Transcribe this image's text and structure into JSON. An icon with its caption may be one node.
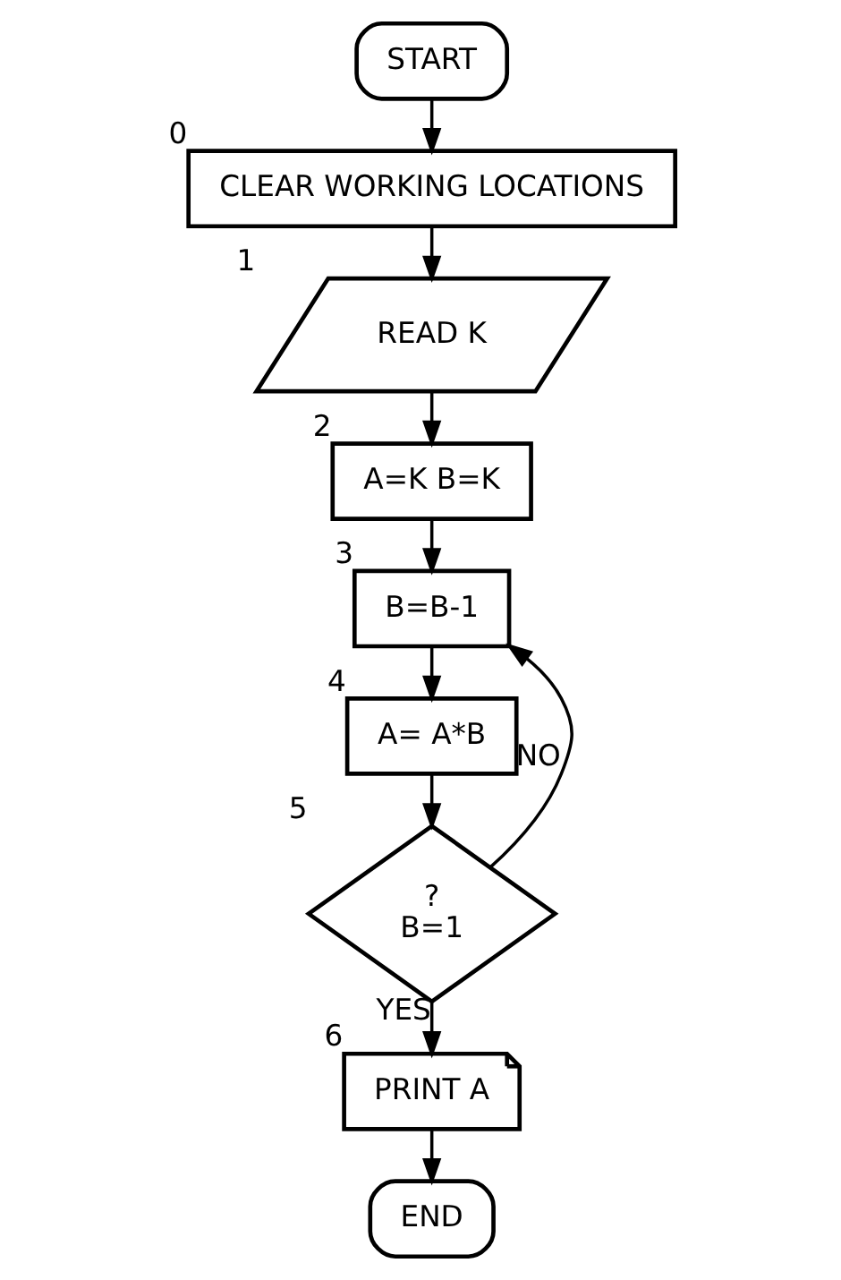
{
  "diagram": {
    "nodes": [
      {
        "text": [
          "START"
        ]
      },
      {
        "text": [
          "CLEAR WORKING LOCATIONS"
        ],
        "beside": [
          "0"
        ]
      },
      {
        "text": [
          "READ K"
        ],
        "beside": [
          "1"
        ]
      },
      {
        "text": [
          "A=K B=K"
        ],
        "beside": [
          "2"
        ]
      },
      {
        "text": [
          "B=B-1"
        ],
        "beside": [
          "3"
        ]
      },
      {
        "text": [
          "A= A*B"
        ],
        "beside": [
          "4"
        ]
      },
      {
        "text": [
          "?",
          "B=1"
        ],
        "beside": [
          "5"
        ]
      },
      {
        "text": [
          "PRINT A"
        ],
        "beside": [
          "6"
        ]
      },
      {
        "text": [
          "END"
        ]
      }
    ],
    "edges": [
      {
        "from": 0,
        "to": 1,
        "arrow": "to"
      },
      {
        "from": 1,
        "to": 2,
        "arrow": "to"
      },
      {
        "from": 2,
        "to": 3,
        "arrow": "to"
      },
      {
        "from": 3,
        "to": 4,
        "arrow": "to"
      },
      {
        "from": 4,
        "to": 5,
        "arrow": "to"
      },
      {
        "from": 5,
        "to": 6,
        "arrow": "to"
      },
      {
        "from": 6,
        "to": 4,
        "arrow": "to",
        "label": "NO"
      },
      {
        "from": 6,
        "to": 7,
        "arrow": "to",
        "label": "YES"
      },
      {
        "from": 7,
        "to": 8,
        "arrow": "to"
      }
    ]
  }
}
